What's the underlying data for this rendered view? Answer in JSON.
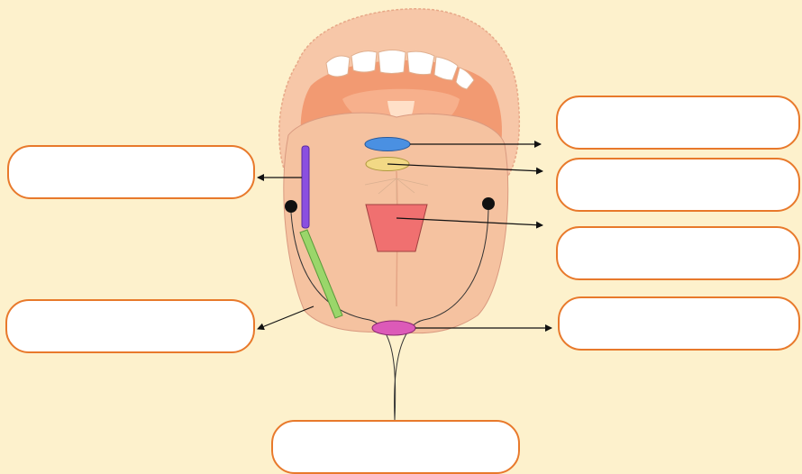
{
  "diagram": {
    "labels": [
      {
        "id": "left-1",
        "text": ""
      },
      {
        "id": "left-2",
        "text": ""
      },
      {
        "id": "right-1",
        "text": ""
      },
      {
        "id": "right-2",
        "text": ""
      },
      {
        "id": "right-3",
        "text": ""
      },
      {
        "id": "right-4",
        "text": ""
      },
      {
        "id": "bottom",
        "text": ""
      }
    ]
  },
  "colors": {
    "background": "#fdf1cc",
    "box_border": "#e8792b",
    "lip": "#f7c7a8",
    "tongue": "#f5c2a0",
    "throat": "#f29a72",
    "marker_blue": "#4a90e2",
    "marker_yellow": "#f2d985",
    "marker_red": "#f07070",
    "marker_purple": "#8a4fe0",
    "marker_green": "#9ad66a",
    "marker_pink": "#dc5ab8"
  }
}
